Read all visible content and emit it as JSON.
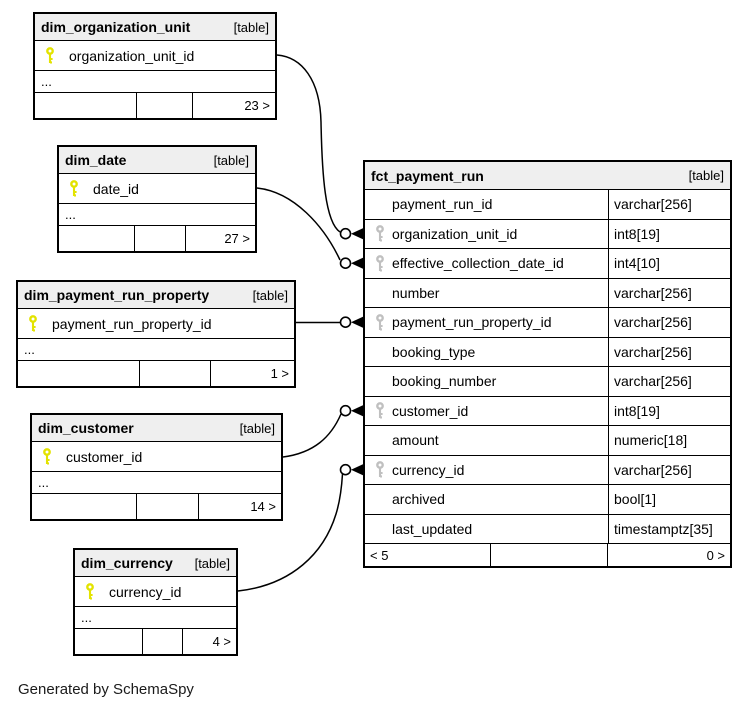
{
  "page": {
    "footer_note": "Generated by SchemaSpy"
  },
  "colors": {
    "primary_key_icon": "#e3e300",
    "foreign_key_icon": "#c0c0c0",
    "header_bg": "#efefef",
    "line": "#000000"
  },
  "tables": {
    "org": {
      "name": "dim_organization_unit",
      "tag": "[table]",
      "columns": [
        {
          "label": "organization_unit_id",
          "key": "primary"
        }
      ],
      "more": "...",
      "count": "23 >"
    },
    "date": {
      "name": "dim_date",
      "tag": "[table]",
      "columns": [
        {
          "label": "date_id",
          "key": "primary"
        }
      ],
      "more": "...",
      "count": "27 >"
    },
    "prop": {
      "name": "dim_payment_run_property",
      "tag": "[table]",
      "columns": [
        {
          "label": "payment_run_property_id",
          "key": "primary"
        }
      ],
      "more": "...",
      "count": "1 >"
    },
    "cust": {
      "name": "dim_customer",
      "tag": "[table]",
      "columns": [
        {
          "label": "customer_id",
          "key": "primary"
        }
      ],
      "more": "...",
      "count": "14 >"
    },
    "curr": {
      "name": "dim_currency",
      "tag": "[table]",
      "columns": [
        {
          "label": "currency_id",
          "key": "primary"
        }
      ],
      "more": "...",
      "count": "4 >"
    },
    "fct": {
      "name": "fct_payment_run",
      "tag": "[table]",
      "columns": [
        {
          "label": "payment_run_id",
          "type": "varchar[256]",
          "key": null
        },
        {
          "label": "organization_unit_id",
          "type": "int8[19]",
          "key": "foreign"
        },
        {
          "label": "effective_collection_date_id",
          "type": "int4[10]",
          "key": "foreign"
        },
        {
          "label": "number",
          "type": "varchar[256]",
          "key": null
        },
        {
          "label": "payment_run_property_id",
          "type": "varchar[256]",
          "key": "foreign"
        },
        {
          "label": "booking_type",
          "type": "varchar[256]",
          "key": null
        },
        {
          "label": "booking_number",
          "type": "varchar[256]",
          "key": null
        },
        {
          "label": "customer_id",
          "type": "int8[19]",
          "key": "foreign"
        },
        {
          "label": "amount",
          "type": "numeric[18]",
          "key": null
        },
        {
          "label": "currency_id",
          "type": "varchar[256]",
          "key": "foreign"
        },
        {
          "label": "archived",
          "type": "bool[1]",
          "key": null
        },
        {
          "label": "last_updated",
          "type": "timestamptz[35]",
          "key": null
        }
      ],
      "footer_left": "< 5",
      "footer_right": "0 >"
    }
  },
  "relationships": [
    {
      "from": "dim_organization_unit.organization_unit_id",
      "to": "fct_payment_run.organization_unit_id"
    },
    {
      "from": "dim_date.date_id",
      "to": "fct_payment_run.effective_collection_date_id"
    },
    {
      "from": "dim_payment_run_property.payment_run_property_id",
      "to": "fct_payment_run.payment_run_property_id"
    },
    {
      "from": "dim_customer.customer_id",
      "to": "fct_payment_run.customer_id"
    },
    {
      "from": "dim_currency.currency_id",
      "to": "fct_payment_run.currency_id"
    }
  ]
}
